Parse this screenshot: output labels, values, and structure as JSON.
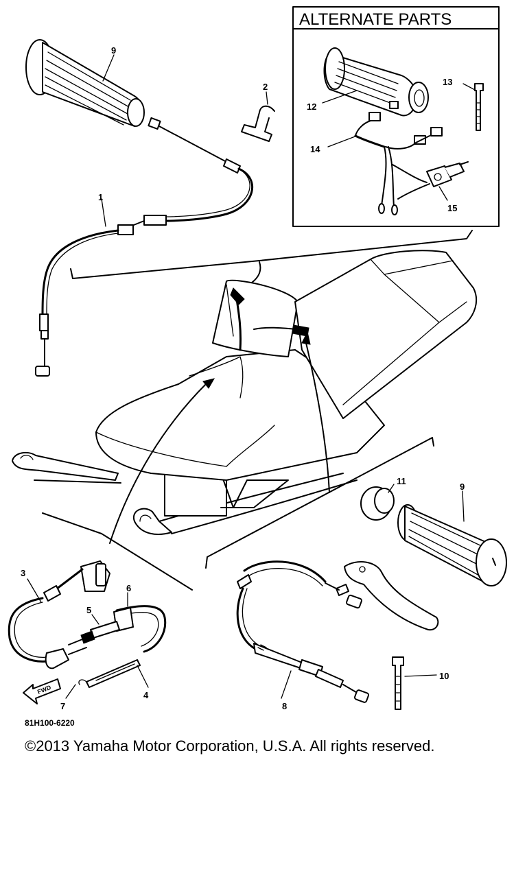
{
  "inset": {
    "title": "ALTERNATE PARTS"
  },
  "callouts": {
    "c1": "1",
    "c2": "2",
    "c3": "3",
    "c4": "4",
    "c5": "5",
    "c6": "6",
    "c7": "7",
    "c8": "8",
    "c9a": "9",
    "c9b": "9",
    "c10": "10",
    "c11": "11",
    "c12": "12",
    "c13": "13",
    "c14": "14",
    "c15": "15"
  },
  "fwd_label": "FWD",
  "footer": {
    "drawing_code": "81H100-6220",
    "copyright": "©2013 Yamaha Motor Corporation, U.S.A. All rights reserved."
  }
}
